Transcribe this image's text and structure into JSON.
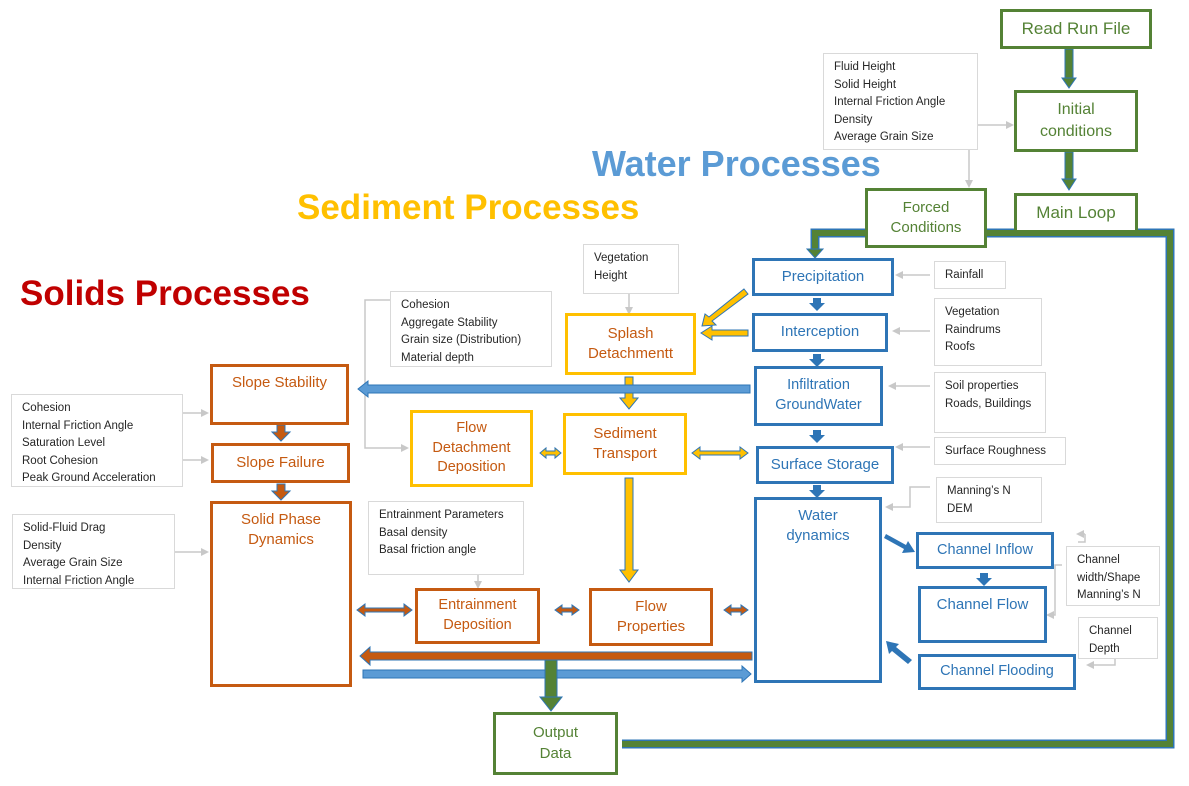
{
  "colors": {
    "control": "#548235",
    "water": "#2E75B6",
    "water_title": "#5B9BD5",
    "sediment": "#FFC000",
    "solids": "#C55A11",
    "solids_title": "#C00000",
    "param_border": "#d9d9d9",
    "connector": "#c8c8c8"
  },
  "titles": {
    "water": "Water Processes",
    "sediment": "Sediment Processes",
    "solids": "Solids Processes"
  },
  "control": {
    "read_run_file": "Read Run File",
    "initial_conditions": [
      "Initial",
      "conditions"
    ],
    "main_loop": "Main Loop",
    "forced_conditions": [
      "Forced",
      "Conditions"
    ],
    "output_data": [
      "Output",
      "Data"
    ]
  },
  "water": {
    "precipitation": "Precipitation",
    "interception": "Interception",
    "infiltration": [
      "Infiltration",
      "GroundWater"
    ],
    "surface_storage": "Surface Storage",
    "water_dynamics": [
      "Water",
      "dynamics"
    ],
    "channel_inflow": "Channel Inflow",
    "channel_flow": "Channel Flow",
    "channel_flooding": "Channel Flooding"
  },
  "sediment": {
    "splash_detachment": [
      "Splash",
      "Detachmentt"
    ],
    "sediment_transport": [
      "Sediment",
      "Transport"
    ],
    "flow_detachment": [
      "Flow",
      "Detachment",
      "Deposition"
    ]
  },
  "solids": {
    "slope_stability": "Slope Stability",
    "slope_failure": "Slope Failure",
    "solid_phase_dynamics": [
      "Solid Phase",
      "Dynamics"
    ],
    "entrainment_deposition": [
      "Entrainment",
      "Deposition"
    ],
    "flow_properties": [
      "Flow",
      "Properties"
    ]
  },
  "params": {
    "initial": [
      "Fluid Height",
      "Solid Height",
      "Internal Friction Angle",
      "Density",
      "Average Grain Size"
    ],
    "vegetation": [
      "Vegetation",
      "Height"
    ],
    "rainfall": [
      "Rainfall"
    ],
    "interception": [
      "Vegetation",
      "Raindrums",
      "Roofs"
    ],
    "soil": [
      "Soil properties",
      "Roads, Buildings"
    ],
    "roughness": [
      "Surface Roughness"
    ],
    "manning": [
      "Manning’s N",
      "DEM"
    ],
    "channel_shape": [
      "Channel",
      "width/Shape",
      "Manning’s N"
    ],
    "channel_depth": [
      "Channel",
      "Depth"
    ],
    "sediment_props": [
      "Cohesion",
      "Aggregate Stability",
      "Grain size (Distribution)",
      "Material depth"
    ],
    "slope": [
      "Cohesion",
      "Internal Friction Angle",
      "Saturation Level",
      "Root Cohesion",
      "Peak Ground Acceleration"
    ],
    "solid_phase": [
      "Solid-Fluid Drag",
      "Density",
      "Average Grain Size",
      "Internal Friction Angle"
    ],
    "entrainment": [
      "Entrainment Parameters",
      "Basal density",
      "Basal friction angle"
    ]
  }
}
